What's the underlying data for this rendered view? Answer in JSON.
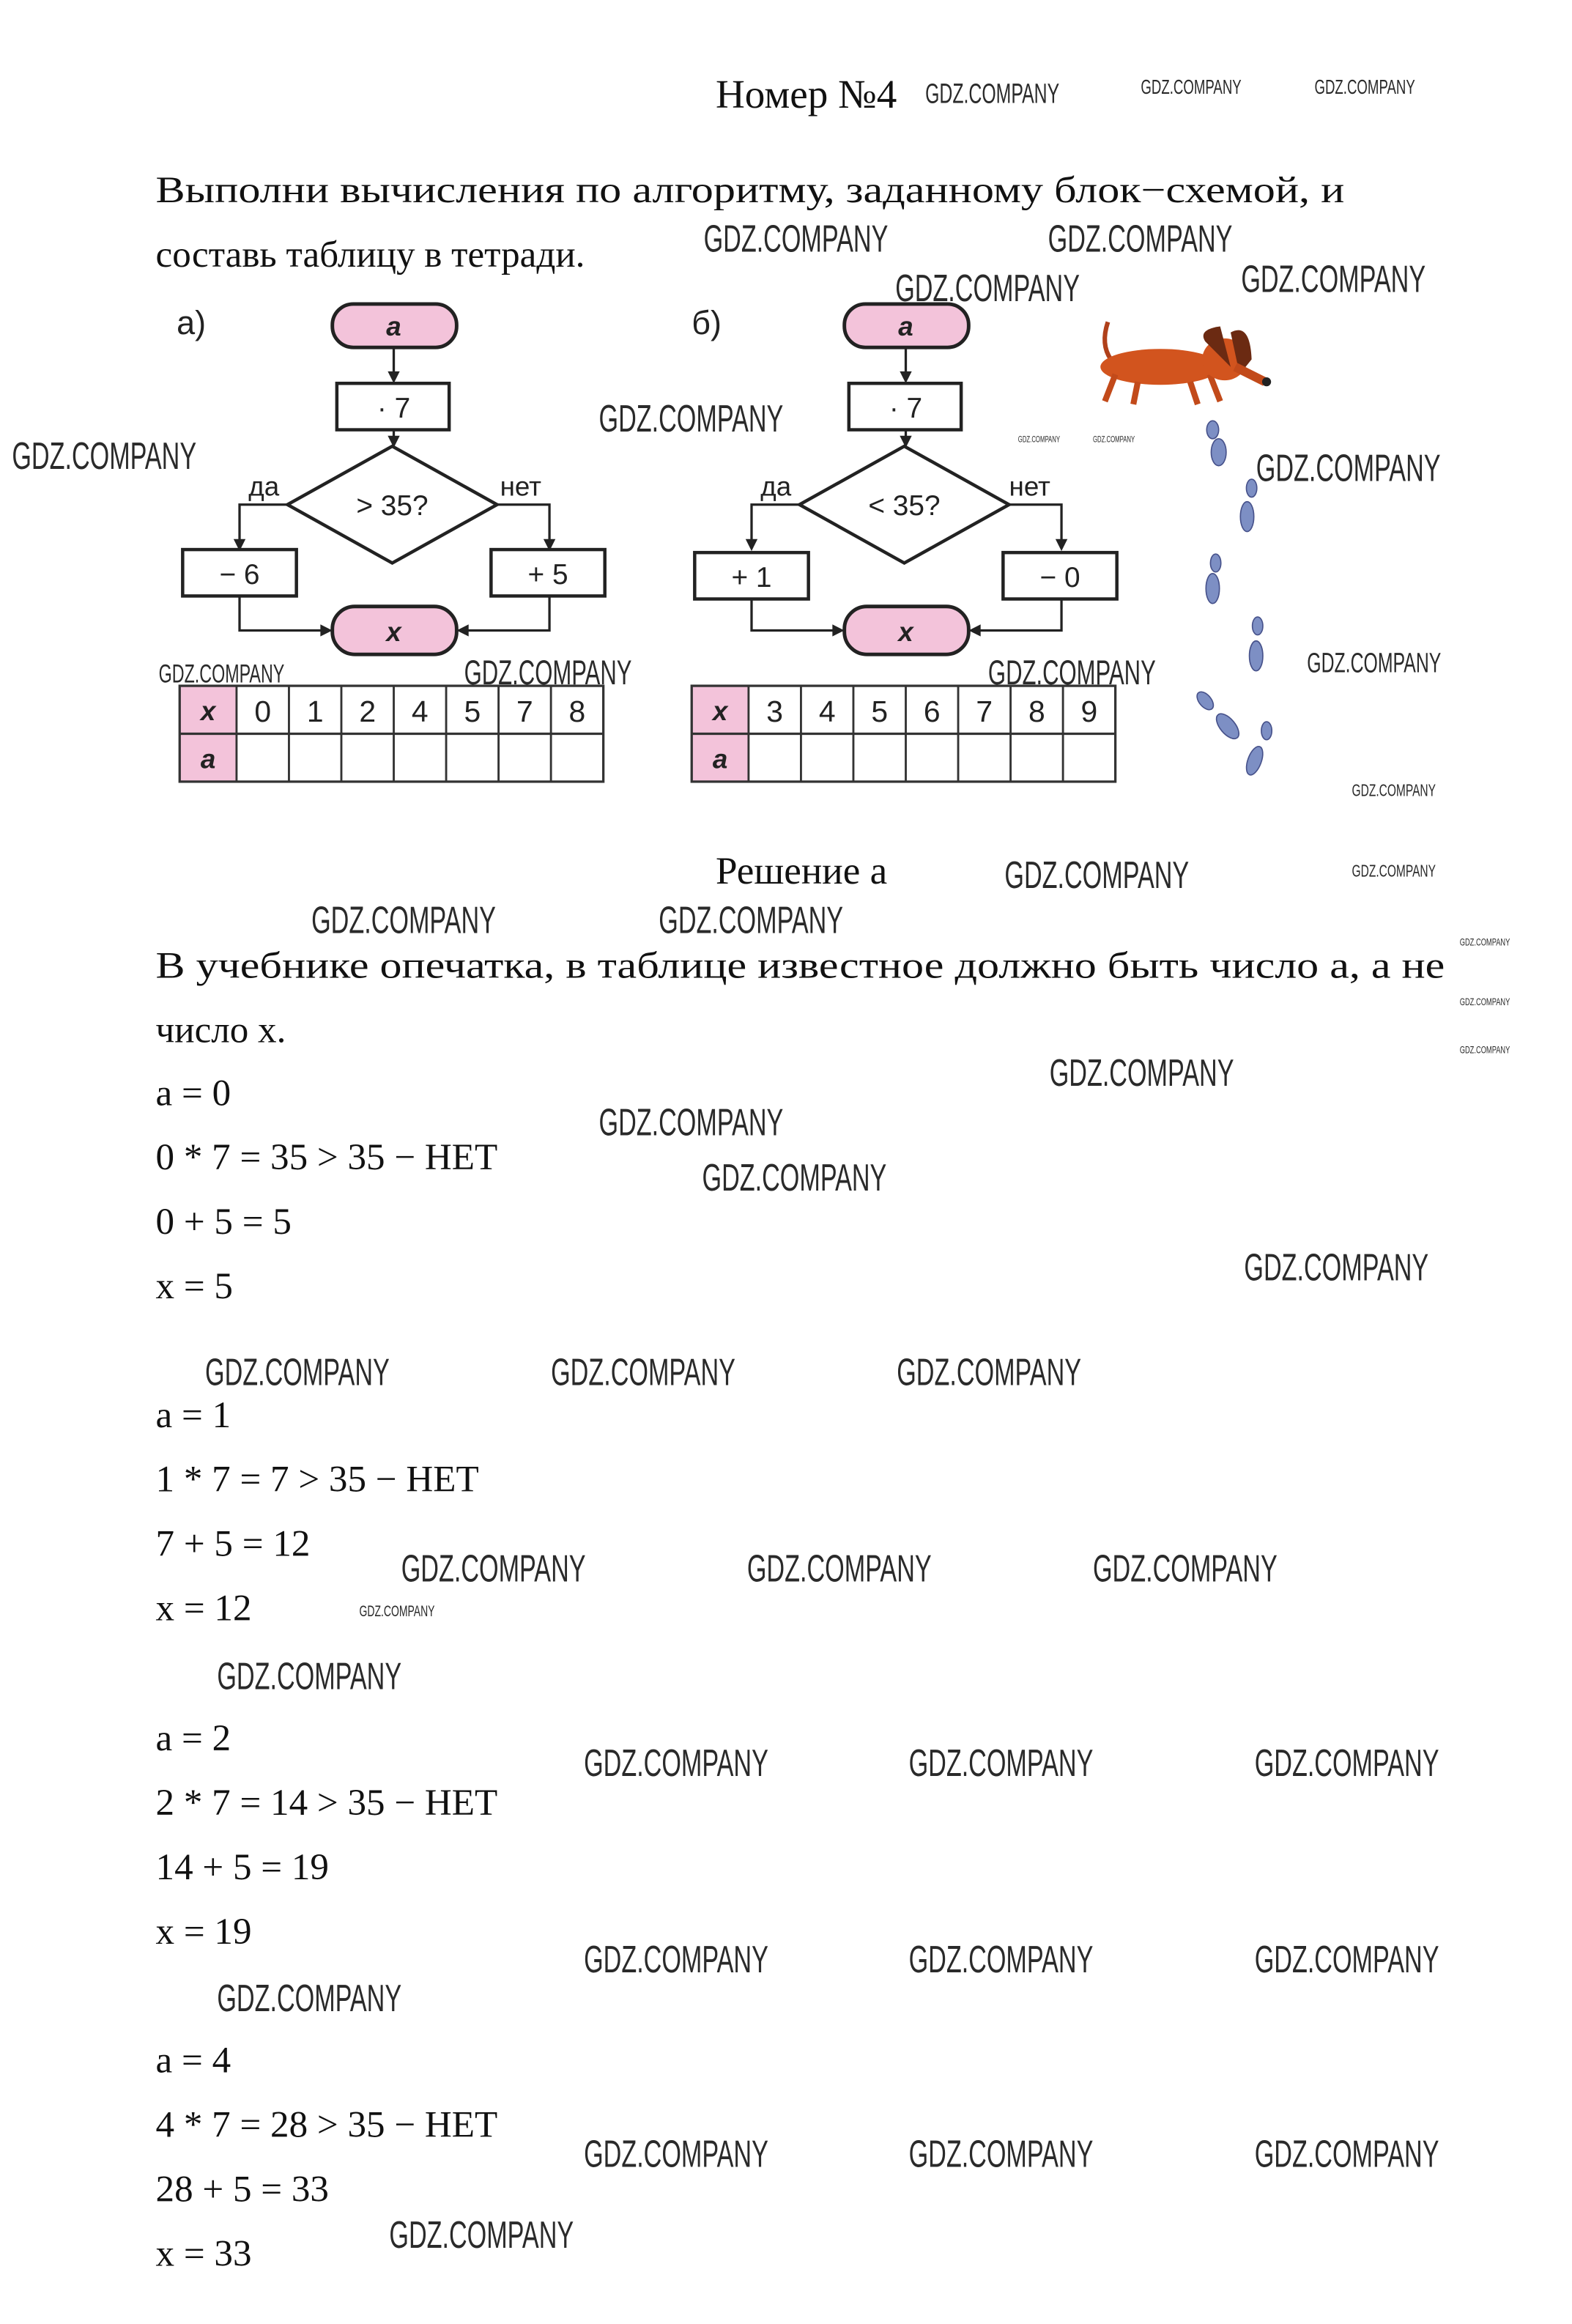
{
  "title": "Номер №4",
  "task": {
    "line1": "Выполни вычисления по алгоритму, заданному блок−схемой, и",
    "line2": "составь таблицу в тетради."
  },
  "figure_a": {
    "label": "а)",
    "start": "a",
    "multiply": "· 7",
    "condition": "> 35?",
    "yes": "да",
    "no": "нет",
    "yes_op": "− 6",
    "no_op": "+ 5",
    "end": "x",
    "table": {
      "row1_header": "x",
      "row2_header": "a",
      "x_values": [
        "0",
        "1",
        "2",
        "4",
        "5",
        "7",
        "8"
      ]
    }
  },
  "figure_b": {
    "label": "б)",
    "start": "a",
    "multiply": "· 7",
    "condition": "< 35?",
    "yes": "да",
    "no": "нет",
    "yes_op": "+ 1",
    "no_op": "− 0",
    "end": "x",
    "table": {
      "row1_header": "x",
      "row2_header": "a",
      "x_values": [
        "3",
        "4",
        "5",
        "6",
        "7",
        "8",
        "9"
      ]
    }
  },
  "solution_heading": "Решение а",
  "note": {
    "line1": "В учебнике опечатка, в таблице известное должно быть число а, а не",
    "line2": "число х."
  },
  "steps": [
    [
      "a = 0",
      "0 * 7 = 35 > 35 − НЕТ",
      "0 + 5 = 5",
      "x = 5"
    ],
    [
      "a = 1",
      "1 * 7 = 7 > 35 − НЕТ",
      "7 + 5 = 12",
      "x = 12"
    ],
    [
      "a = 2",
      "2 * 7 = 14 > 35 − НЕТ",
      "14 + 5 = 19",
      "x = 19"
    ],
    [
      "a = 4",
      "4 * 7 = 28 > 35 − НЕТ",
      "28 + 5 = 33",
      "x = 33"
    ]
  ],
  "watermark": "GDZ.COMPANY",
  "colors": {
    "pink": "#f3c3da",
    "ink": "#111111"
  }
}
